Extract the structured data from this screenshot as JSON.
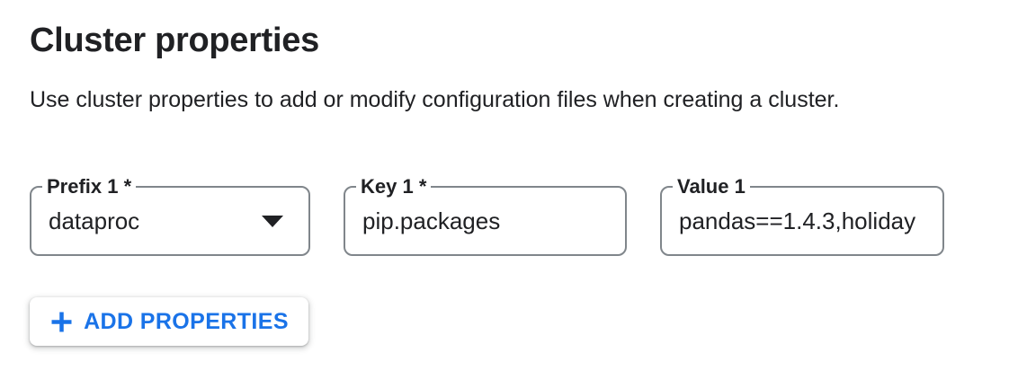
{
  "page": {
    "title": "Cluster properties",
    "description": "Use cluster properties to add or modify configuration files when creating a cluster."
  },
  "properties": {
    "prefix": {
      "label": "Prefix 1 *",
      "value": "dataproc",
      "icon": "dropdown-arrow-icon"
    },
    "key": {
      "label": "Key 1 *",
      "value": "pip.packages"
    },
    "value": {
      "label": "Value 1",
      "value": "pandas==1.4.3,holiday"
    }
  },
  "buttons": {
    "add_properties": {
      "label": "ADD PROPERTIES",
      "icon": "plus-icon"
    }
  },
  "colors": {
    "text": "#202124",
    "field_border": "#80868b",
    "accent_blue": "#1a73e8",
    "background": "#ffffff"
  }
}
